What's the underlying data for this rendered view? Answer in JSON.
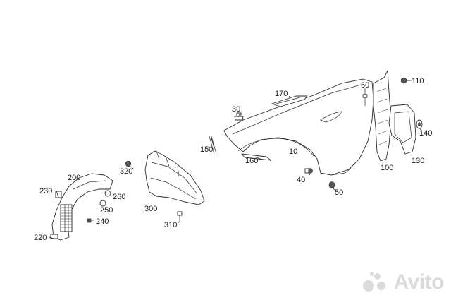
{
  "diagram": {
    "callouts": {
      "p10": "10",
      "p30": "30",
      "p40": "40",
      "p50": "50",
      "p60": "60",
      "p100": "100",
      "p110": "110",
      "p130": "130",
      "p140": "140",
      "p150": "150",
      "p160": "160",
      "p170": "170",
      "p200": "200",
      "p220": "220",
      "p230": "230",
      "p240": "240",
      "p250": "250",
      "p260": "260",
      "p300": "300",
      "p310": "310",
      "p320": "320"
    }
  },
  "watermark": {
    "brand": "Avito"
  }
}
